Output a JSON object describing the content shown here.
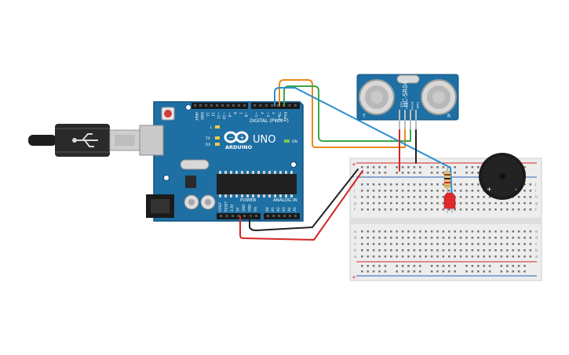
{
  "arduino": {
    "logo_text": "ARDUINO",
    "model": "UNO",
    "digital_header": "DIGITAL (PWM~)",
    "power_header": "POWER",
    "analog_header": "ANALOG IN",
    "led_l": "L",
    "led_tx": "TX",
    "led_rx": "RX",
    "led_on": "ON",
    "aref": "AREF",
    "gnd": "GND",
    "digital_pins": [
      "13",
      "12",
      "~11",
      "~10",
      "~9",
      "8",
      "7",
      "~6",
      "~5",
      "4",
      "~3",
      "2",
      "TX▸1",
      "RX◂0"
    ],
    "power_pins": [
      "IOREF",
      "RESET",
      "3.3V",
      "5V",
      "GND",
      "GND",
      "Vin"
    ],
    "analog_pins": [
      "A0",
      "A1",
      "A2",
      "A3",
      "A4",
      "A5"
    ]
  },
  "sensor": {
    "label": "HC-SR04",
    "pins": [
      "VCC",
      "TRIG",
      "ECHO",
      "GND"
    ],
    "left_mark": "T",
    "right_mark": "R"
  },
  "breadboard": {
    "row_letters_top": [
      "j",
      "i",
      "h",
      "g",
      "f"
    ],
    "row_letters_bottom": [
      "e",
      "d",
      "c",
      "b",
      "a"
    ],
    "plus": "+",
    "minus": "-"
  },
  "buzzer": {
    "plus": "+",
    "minus": "-"
  },
  "colors": {
    "board_blue": "#1e6fa3",
    "board_edge": "#0f5280",
    "wire_red": "#d42525",
    "wire_black": "#222222",
    "wire_orange": "#e8891d",
    "wire_green": "#3aa64a",
    "wire_blue": "#2b8fd1",
    "led_red": "#e0282d",
    "breadboard": "#ededed"
  }
}
